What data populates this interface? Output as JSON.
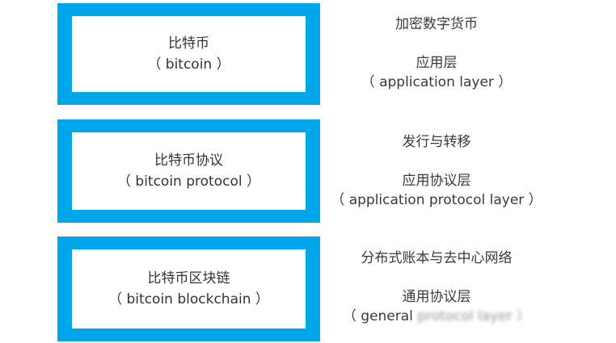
{
  "layers": [
    {
      "box_title": "比特币",
      "box_subtitle": "（ bitcoin ）",
      "desc_title": "加密数字货币",
      "layer_name_cn": "应用层",
      "layer_name_en": "（ application layer ）"
    },
    {
      "box_title": "比特币协议",
      "box_subtitle": "（ bitcoin protocol ）",
      "desc_title": "发行与转移",
      "layer_name_cn": "应用协议层",
      "layer_name_en": "（ application protocol layer ）"
    },
    {
      "box_title": "比特币区块链",
      "box_subtitle": "（ bitcoin blockchain ）",
      "desc_title": "分布式账本与去中心网络",
      "layer_name_cn": "通用协议层",
      "layer_name_en_visible": "（ general",
      "layer_name_en_obscured": "protocol layer ）"
    }
  ],
  "colors": {
    "frame_blue": "#00a6ea",
    "inner_white": "#ffffff"
  }
}
